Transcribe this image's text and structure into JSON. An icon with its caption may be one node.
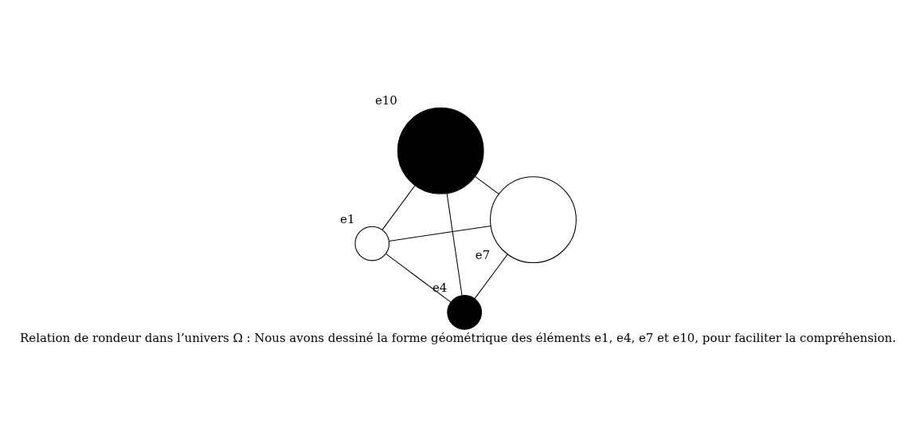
{
  "diagram": {
    "caption": "Relation de rondeur dans l’univers Ω : Nous avons dessiné la forme géométrique des éléments e1, e4, e7 et e10, pour faciliter la compréhension.",
    "nodes": [
      {
        "text": [],
        "shape": "circle",
        "beside": [
          "e1"
        ]
      },
      {
        "text": [],
        "shape": "circle",
        "beside": [
          "e7"
        ]
      },
      {
        "text": [],
        "shape": "circle",
        "beside": [
          "e4"
        ]
      },
      {
        "text": [],
        "shape": "circle",
        "beside": [
          "e10"
        ]
      }
    ],
    "edges": [
      {
        "from": 0,
        "to": 1,
        "arrow": "none"
      },
      {
        "from": 0,
        "to": 2,
        "arrow": "none"
      },
      {
        "from": 0,
        "to": 3,
        "arrow": "none"
      },
      {
        "from": 1,
        "to": 2,
        "arrow": "none"
      },
      {
        "from": 1,
        "to": 3,
        "arrow": "none"
      },
      {
        "from": 2,
        "to": 3,
        "arrow": "none"
      }
    ]
  }
}
